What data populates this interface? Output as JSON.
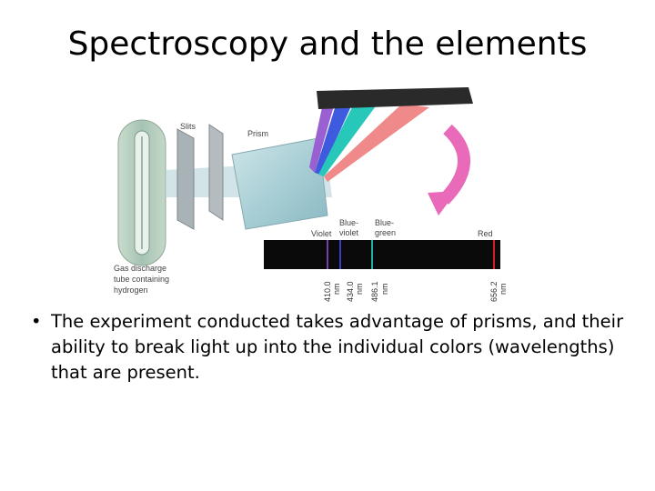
{
  "slide": {
    "title": "Spectroscopy and the elements",
    "bullet_symbol": "•",
    "bullet": "The experiment conducted takes advantage of prisms, and their ability to break light up into the individual colors (wavelengths) that are present."
  },
  "figure": {
    "labels": {
      "slits": "Slits",
      "prism": "Prism",
      "violet": "Violet",
      "blue_violet_line1": "Blue-",
      "blue_violet_line2": "violet",
      "blue_green_line1": "Blue-",
      "blue_green_line2": "green",
      "red": "Red",
      "tube_line1": "Gas discharge",
      "tube_line2": "tube containing",
      "tube_line3": "hydrogen"
    },
    "wavelengths": [
      {
        "value": "410.0",
        "unit": "nm",
        "color": "#7b3fa8"
      },
      {
        "value": "434.0",
        "unit": "nm",
        "color": "#3b3cc4"
      },
      {
        "value": "486.1",
        "unit": "nm",
        "color": "#20b0a8"
      },
      {
        "value": "656.2",
        "unit": "nm",
        "color": "#d21e2a"
      }
    ],
    "colors": {
      "tube": "#b7cfc0",
      "beam_violet": "#9a5fd0",
      "beam_blue": "#3e5be0",
      "beam_green": "#27c8b9",
      "beam_red": "#f08a8a",
      "arrow": "#e86ab8",
      "spectrum_bg": "#0a0a0a"
    }
  }
}
